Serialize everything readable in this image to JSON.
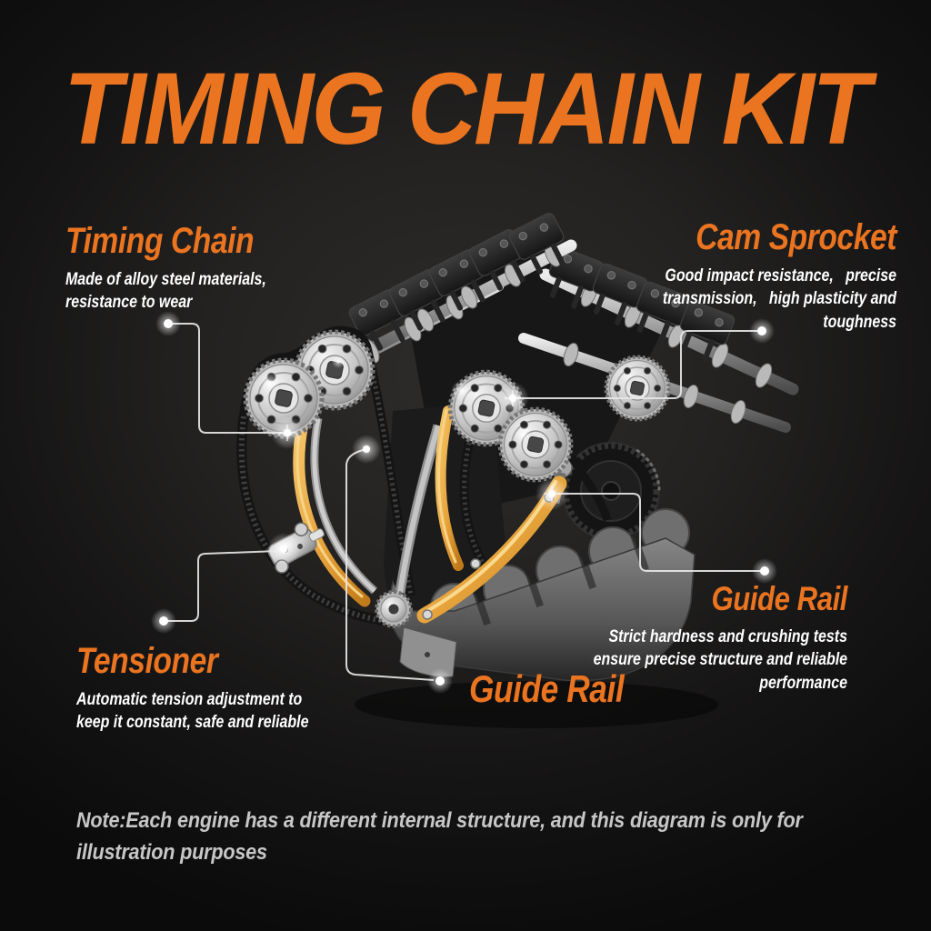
{
  "title": "TIMING CHAIN KIT",
  "callouts": {
    "timing_chain": {
      "heading": "Timing Chain",
      "body": "Made of alloy steel materials,\nresistance to wear"
    },
    "cam_sprocket": {
      "heading": "Cam Sprocket",
      "body": "Good impact resistance,   precise\ntransmission,   high plasticity and\ntoughness"
    },
    "tensioner": {
      "heading": "Tensioner",
      "body": "Automatic tension adjustment to\nkeep it constant, safe and reliable"
    },
    "guide_rail_center": {
      "heading": "Guide Rail"
    },
    "guide_rail_right": {
      "heading": "Guide Rail",
      "body": "Strict hardness and crushing tests\nensure precise structure and reliable\nperformance"
    }
  },
  "note": "Note:Each engine has a different internal structure, and this diagram is only for\nillustration purposes",
  "colors": {
    "accent": "#EA7420",
    "body_text": "#FFFFFF",
    "note_text": "#C7C7C7",
    "callout_line": "#E6E6E6",
    "guide_rail_amber": "#E6A23A",
    "background": "#1E1D1C"
  }
}
